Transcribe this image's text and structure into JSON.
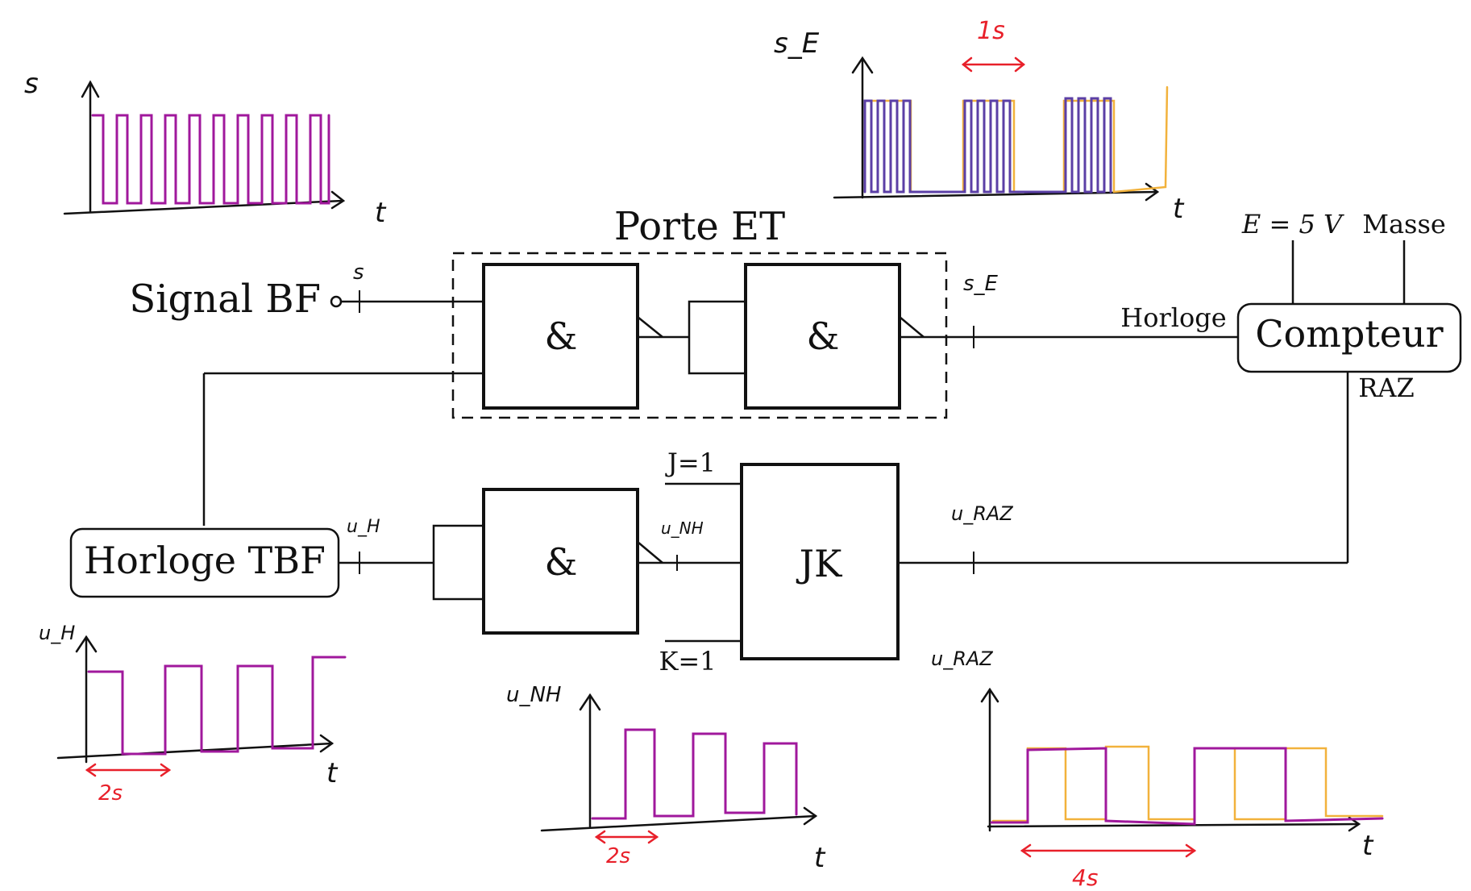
{
  "colors": {
    "ink": "#111111",
    "magenta_signal": "#a0189c",
    "purple_signal": "#5b3fa6",
    "orange_signal": "#f2b23c",
    "red_annotation": "#e8202a"
  },
  "diagram": {
    "porte_et_label": "Porte ET",
    "gate_symbol": "&",
    "signal_bf_label": "Signal BF",
    "horloge_tbf_label": "Horloge TBF",
    "compteur_label": "Compteur",
    "horloge_input_label": "Horloge",
    "raz_label": "RAZ",
    "supply_label": "E = 5 V",
    "masse_label": "Masse",
    "jk_label": "JK",
    "j_label": "J=1",
    "k_label": "K=1",
    "wire_label_s": "s",
    "wire_label_se": "s_E",
    "wire_label_uh": "u_H",
    "wire_label_unh": "u_NH",
    "wire_label_uraz": "u_RAZ"
  },
  "plots": {
    "s": {
      "ylabel": "s",
      "xlabel": "t"
    },
    "se": {
      "ylabel": "s_E",
      "xlabel": "t",
      "duration": "1s"
    },
    "uh": {
      "ylabel": "u_H",
      "xlabel": "t",
      "period": "2s"
    },
    "unh": {
      "ylabel": "u_NH",
      "xlabel": "t",
      "period": "2s"
    },
    "uraz": {
      "ylabel": "u_RAZ",
      "xlabel": "t",
      "period": "4s"
    }
  }
}
